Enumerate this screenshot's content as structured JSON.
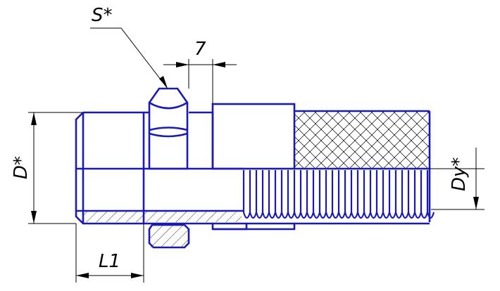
{
  "labels": {
    "s": "S*",
    "seven": "7",
    "d": "D*",
    "l1": "L1",
    "dy": "Dy*"
  },
  "colors": {
    "outline": "#1a1ab8",
    "dimension": "#000000",
    "background": "#ffffff"
  }
}
